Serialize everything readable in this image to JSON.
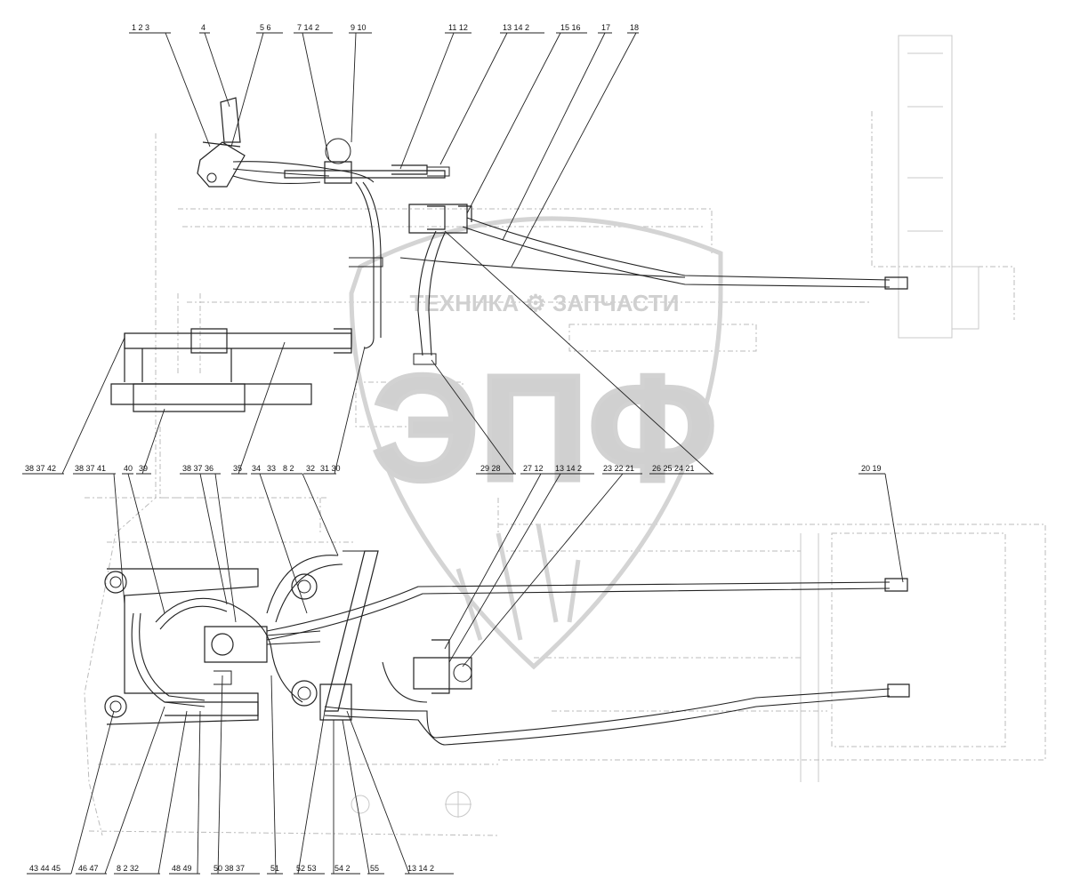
{
  "watermark": {
    "brand_text": "ТЕХНИКА ⚙ ЗАПЧАСТИ",
    "monogram": "ЭПФ"
  },
  "callouts_top": [
    "1 2 3",
    "4",
    "5 6",
    "7 14 2",
    "9 10",
    "11 12",
    "13 14 2",
    "15 16",
    "17",
    "18"
  ],
  "callouts_middle": [
    "38 37 42",
    "38 37 41",
    "40",
    "39",
    "38 37 36",
    "35",
    "34",
    "33",
    "8 2",
    "32",
    "31 30",
    "29 28",
    "27 12",
    "13 14 2",
    "23 22 21",
    "26 25 24 21",
    "20 19"
  ],
  "callouts_bottom": [
    "43 44 45",
    "46 47",
    "8 2 32",
    "48 49",
    "50 38 37",
    "51",
    "52 53",
    "54 2",
    "55",
    "13 14 2"
  ],
  "colors": {
    "ink": "#222222",
    "faint": "#bbbbbb",
    "watermark": "#d0d0d0"
  }
}
